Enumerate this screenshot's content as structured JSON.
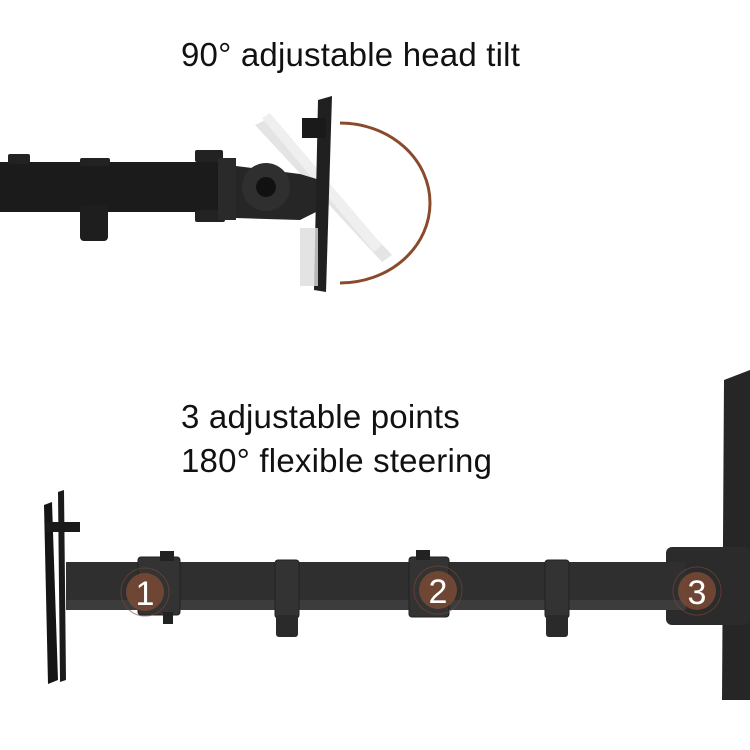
{
  "captions": {
    "top": "90° adjustable head tilt",
    "middle_line1": "3 adjustable points",
    "middle_line2": "180° flexible steering"
  },
  "adjustment_points": [
    {
      "label": "1"
    },
    {
      "label": "2"
    },
    {
      "label": "3"
    }
  ],
  "colors": {
    "arm": "#1c1c1c",
    "arm_bottom": "#3a3a3a",
    "tilt_arc": "#8a4a2c",
    "badge": "#7a4a35",
    "ghost": "#c8c8c8"
  },
  "icons": {
    "tilt_arc": "tilt-arc-icon",
    "point_badge": "numbered-circle-badge"
  }
}
